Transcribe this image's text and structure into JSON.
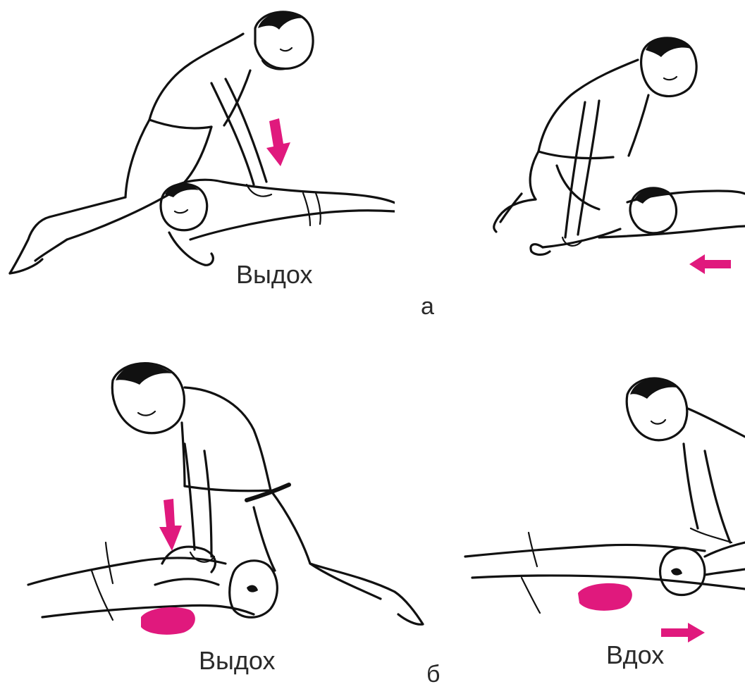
{
  "figure_a": {
    "letter": "а",
    "left_label": "Выдох"
  },
  "figure_b": {
    "letter": "б",
    "left_label": "Выдох",
    "right_label": "Вдох"
  },
  "colors": {
    "accent": "#e0197d",
    "ink": "#111111",
    "background": "#ffffff"
  }
}
